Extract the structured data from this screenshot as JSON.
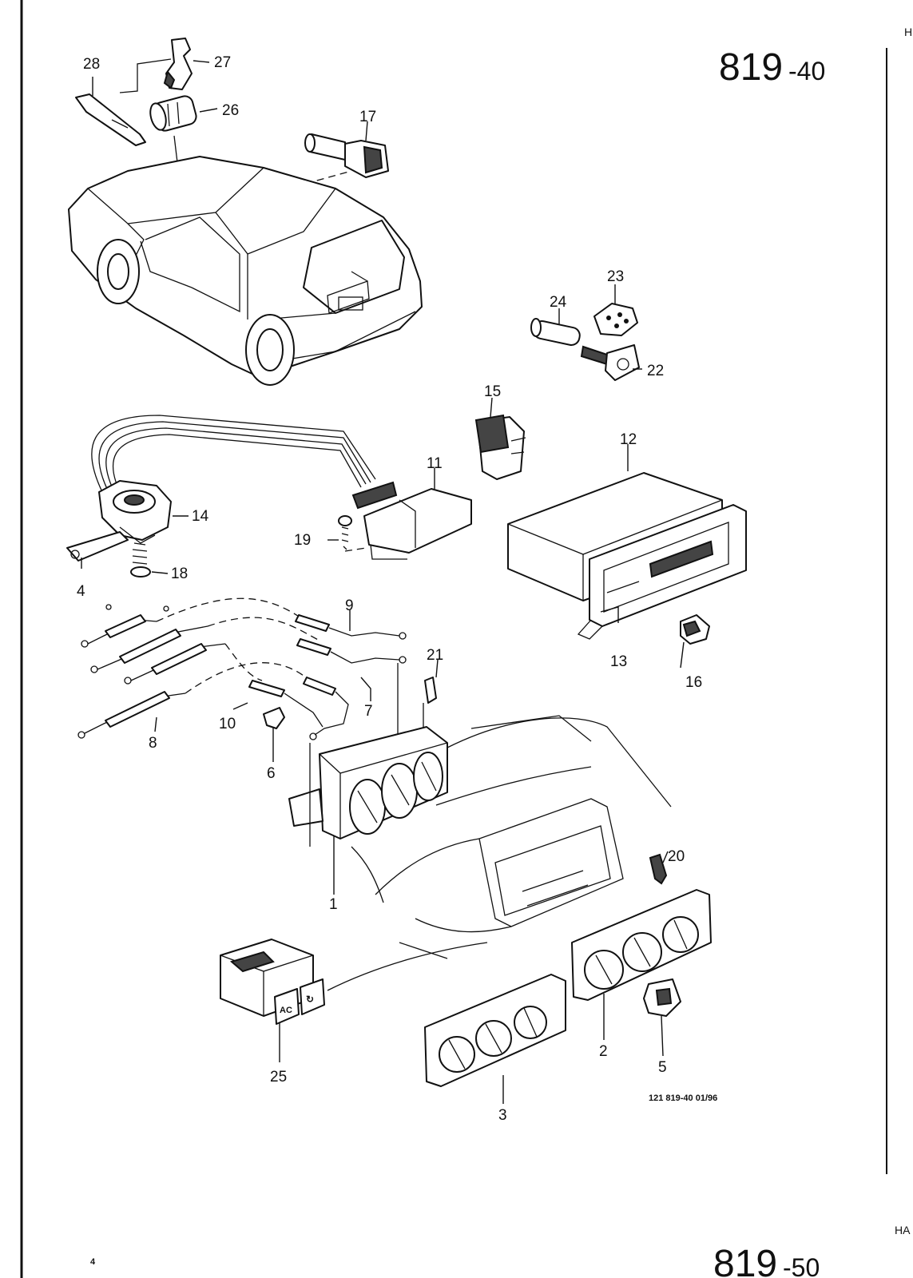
{
  "page": {
    "number_main": "819",
    "number_suffix": "-40",
    "next_number_main": "819",
    "next_number_suffix": "-50",
    "footer_code": "121   819-40   01/96",
    "margin_mark": "4",
    "edge_letter_top": "H",
    "edge_letter_bottom": "HA"
  },
  "callouts": {
    "p1": "1",
    "p2": "2",
    "p3": "3",
    "p4": "4",
    "p5": "5",
    "p6": "6",
    "p7": "7",
    "p8": "8",
    "p9": "9",
    "p10": "10",
    "p11": "11",
    "p12": "12",
    "p13": "13",
    "p14": "14",
    "p15": "15",
    "p16": "16",
    "p17": "17",
    "p18": "18",
    "p19": "19",
    "p20": "20",
    "p21": "21",
    "p22": "22",
    "p23": "23",
    "p24": "24",
    "p25": "25",
    "p26": "26",
    "p27": "27",
    "p28": "28"
  },
  "button_labels": {
    "ac": "AC",
    "recirc": "↻"
  },
  "colors": {
    "ink": "#111111",
    "paper": "#ffffff"
  }
}
